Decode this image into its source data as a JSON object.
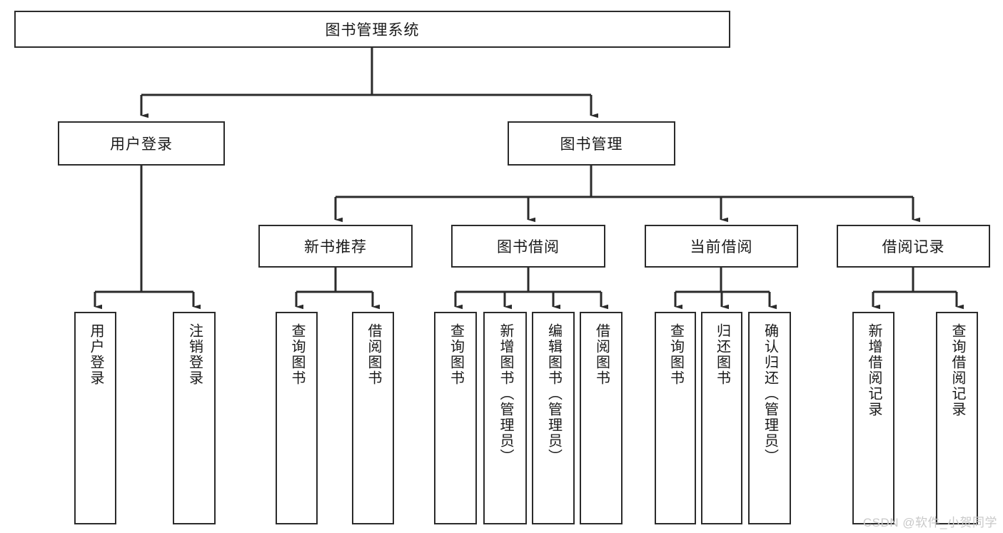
{
  "diagram": {
    "type": "tree",
    "title": "图书管理系统",
    "root": {
      "label": "图书管理系统"
    },
    "level2": [
      {
        "label": "用户登录"
      },
      {
        "label": "图书管理"
      }
    ],
    "level3": [
      {
        "label": "新书推荐"
      },
      {
        "label": "图书借阅"
      },
      {
        "label": "当前借阅"
      },
      {
        "label": "借阅记录"
      }
    ],
    "leaves": {
      "user_login": [
        {
          "label": "用户登录"
        },
        {
          "label": "注销登录"
        }
      ],
      "new_book": [
        {
          "label": "查询图书"
        },
        {
          "label": "借阅图书"
        }
      ],
      "book_borrow": [
        {
          "label": "查询图书"
        },
        {
          "label": "新增图书（管理员）"
        },
        {
          "label": "编辑图书（管理员）"
        },
        {
          "label": "借阅图书"
        }
      ],
      "current_borrow": [
        {
          "label": "查询图书"
        },
        {
          "label": "归还图书"
        },
        {
          "label": "确认归还（管理员）"
        }
      ],
      "borrow_record": [
        {
          "label": "新增借阅记录"
        },
        {
          "label": "查询借阅记录"
        }
      ]
    }
  },
  "watermark": {
    "text": "CSDN @软件_小贺同学"
  },
  "colors": {
    "border": "#2b2b2b",
    "background": "#ffffff",
    "text": "#1a1a1a",
    "watermark": "#c9c9c9"
  }
}
